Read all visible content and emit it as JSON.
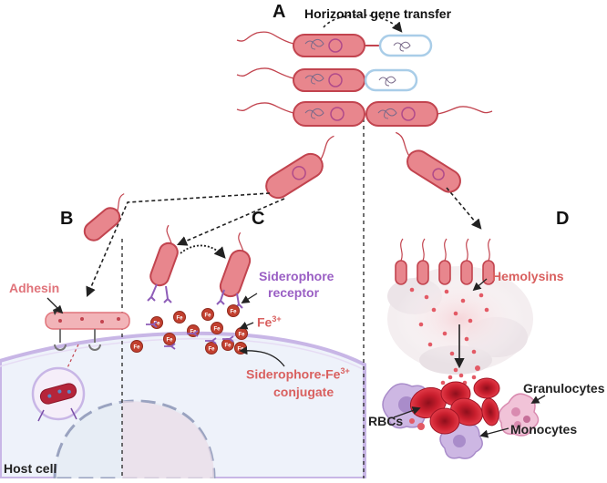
{
  "panels": {
    "a": "A",
    "b": "B",
    "c": "C",
    "d": "D"
  },
  "labels": {
    "hgt_title": "Horizontal gene transfer",
    "adhesin": "Adhesin",
    "host_cell": "Host cell",
    "siderophore_receptor_1": "Siderophore",
    "siderophore_receptor_2": "receptor",
    "fe3": "Fe",
    "fe3_sup": "3+",
    "conj_1": "Siderophore-Fe",
    "conj_sup": "3+",
    "conj_2": "conjugate",
    "fe_token": "Fe",
    "hemolysins": "Hemolysins",
    "granulocytes": "Granulocytes",
    "rbcs": "RBCs",
    "monocytes": "Monocytes"
  },
  "colors": {
    "bacterium_body": "#e8868d",
    "bacterium_outline": "#c2444f",
    "plasmid_recipient": "#a9cde8",
    "iron": "#c2402f",
    "siderophore": "#8e5db8",
    "host_cell": "#eef2fa",
    "rbc": "#c81e2d",
    "granulocyte": "#e9a9c6",
    "monocyte": "#b89fd6"
  }
}
